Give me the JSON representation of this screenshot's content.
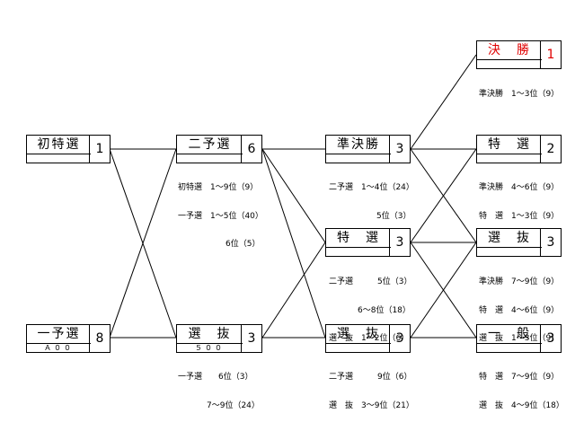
{
  "nodes": {
    "hatsu_tokusen": {
      "name": "初特選",
      "num": "1",
      "sub": ""
    },
    "ichi_yosen": {
      "name": "一予選",
      "num": "8",
      "sub": "Ａ００"
    },
    "ni_yosen": {
      "name": "二予選",
      "num": "6",
      "sub": ""
    },
    "senbatsu_1": {
      "name": "選　抜",
      "num": "3",
      "sub": "５００"
    },
    "junkessho": {
      "name": "準決勝",
      "num": "3",
      "sub": ""
    },
    "tokusen_2": {
      "name": "特　選",
      "num": "3",
      "sub": ""
    },
    "senbatsu_2": {
      "name": "選　抜",
      "num": "3",
      "sub": ""
    },
    "kessho": {
      "name": "決　勝",
      "num": "1",
      "sub": ""
    },
    "tokusen_3": {
      "name": "特　選",
      "num": "2",
      "sub": ""
    },
    "senbatsu_3": {
      "name": "選　抜",
      "num": "3",
      "sub": ""
    },
    "ippan": {
      "name": "一　般",
      "num": "3",
      "sub": ""
    }
  },
  "colors": {
    "kessho": "#e00000",
    "line": "#000000"
  },
  "info": {
    "ni_yosen": [
      "初特選　1～9位（9）",
      "一予選　1～5位（40）",
      "6位（5）"
    ],
    "senbatsu_1": [
      "一予選　　6位（3）",
      "7～9位（24）"
    ],
    "junkessho": [
      "二予選　1～4位（24）",
      "5位（3）"
    ],
    "tokusen_2": [
      "二予選　　　5位（3）",
      "6～8位（18）",
      "選　抜　1～2位（6）"
    ],
    "senbatsu_2": [
      "二予選　　　9位（6）",
      "選　抜　3～9位（21）"
    ],
    "kessho": [
      "準決勝　1～3位（9）"
    ],
    "tokusen_3": [
      "準決勝　4～6位（9）",
      "特　選　1～3位（9）"
    ],
    "senbatsu_3": [
      "準決勝　7～9位（9）",
      "特　選　4～6位（9）",
      "選　抜　1～3位（9）"
    ],
    "ippan": [
      "特　選　7～9位（9）",
      "選　抜　4～9位（18）"
    ]
  }
}
